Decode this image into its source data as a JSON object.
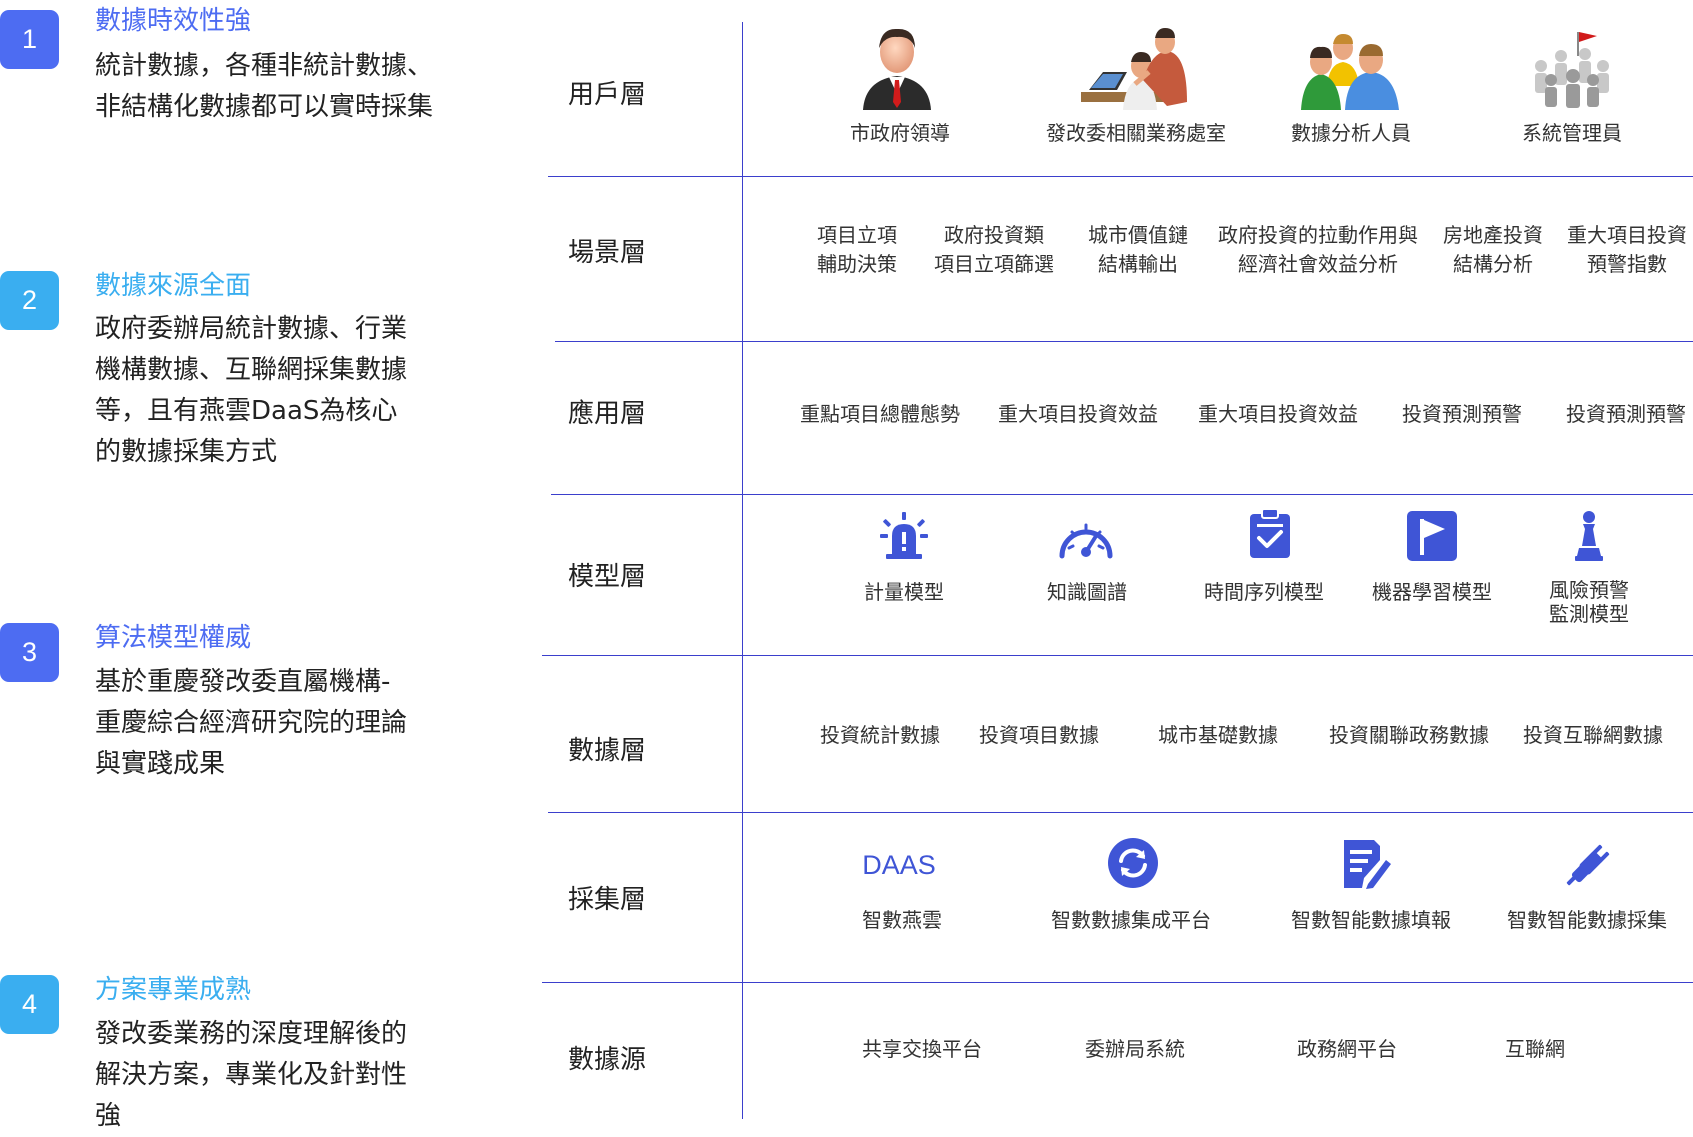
{
  "features": [
    {
      "num": "1",
      "title": "數據時效性強",
      "title_color": "#4d6cf2",
      "badge_color": "#4d6cf2",
      "lines": [
        "統計數據，各種非統計數據、",
        "非結構化數據都可以實時採集"
      ]
    },
    {
      "num": "2",
      "title": "數據來源全面",
      "title_color": "#3aaef0",
      "badge_color": "#3aaef0",
      "lines": [
        "政府委辦局統計數據、行業",
        "機構數據、互聯網採集數據",
        "等，且有燕雲DaaS為核心",
        "的數據採集方式"
      ]
    },
    {
      "num": "3",
      "title": "算法模型權威",
      "title_color": "#4d6cf2",
      "badge_color": "#4d6cf2",
      "lines": [
        "基於重慶發改委直屬機構-",
        "重慶綜合經濟研究院的理論",
        "與實踐成果"
      ]
    },
    {
      "num": "4",
      "title": "方案專業成熟",
      "title_color": "#3aaef0",
      "badge_color": "#3aaef0",
      "lines": [
        "發改委業務的深度理解後的",
        "解決方案，專業化及針對性",
        "強"
      ]
    }
  ],
  "layers": [
    {
      "label": "用戶層",
      "items": [
        "市政府領導",
        "發改委相關業務處室",
        "數據分析人員",
        "系統管理員"
      ],
      "icons": [
        "leader-person-icon",
        "office-meeting-icon",
        "analyst-group-icon",
        "admin-crowd-icon"
      ]
    },
    {
      "label": "場景層",
      "items": [
        {
          "l1": "項目立項",
          "l2": "輔助決策"
        },
        {
          "l1": "政府投資類",
          "l2": "項目立項篩選"
        },
        {
          "l1": "城市價值鏈",
          "l2": "結構輸出"
        },
        {
          "l1": "政府投資的拉動作用與",
          "l2": "經濟社會效益分析"
        },
        {
          "l1": "房地產投資",
          "l2": "結構分析"
        },
        {
          "l1": "重大項目投資",
          "l2": "預警指數"
        }
      ]
    },
    {
      "label": "應用層",
      "items": [
        "重點項目總體態勢",
        "重大項目投資效益",
        "重大項目投資效益",
        "投資預測預警",
        "投資預測預警"
      ]
    },
    {
      "label": "模型層",
      "items": [
        "計量模型",
        "知識圖譜",
        "時間序列模型",
        "機器學習模型",
        {
          "l1": "風險預警",
          "l2": "監測模型"
        }
      ],
      "icons": [
        "alarm-icon",
        "gauge-icon",
        "clipboard-icon",
        "flag-icon",
        "chess-pawn-icon"
      ]
    },
    {
      "label": "數據層",
      "items": [
        "投資統計數據",
        "投資項目數據",
        "城市基礎數據",
        "投資關聯政務數據",
        "投資互聯網數據"
      ]
    },
    {
      "label": "採集層",
      "daas_text": "DAAS",
      "items": [
        "智數燕雲",
        "智數數據集成平台",
        "智數智能數據填報",
        "智數智能數據採集"
      ],
      "icons": [
        "daas-logo",
        "sync-icon",
        "edit-document-icon",
        "plug-icon"
      ]
    },
    {
      "label": "數據源",
      "items": [
        "共享交換平台",
        "委辦局系統",
        "政務網平台",
        "互聯網"
      ]
    }
  ],
  "colors": {
    "line": "#3b3fcc",
    "icon_blue": "#3f55d6",
    "daas": "#3f55d6"
  }
}
